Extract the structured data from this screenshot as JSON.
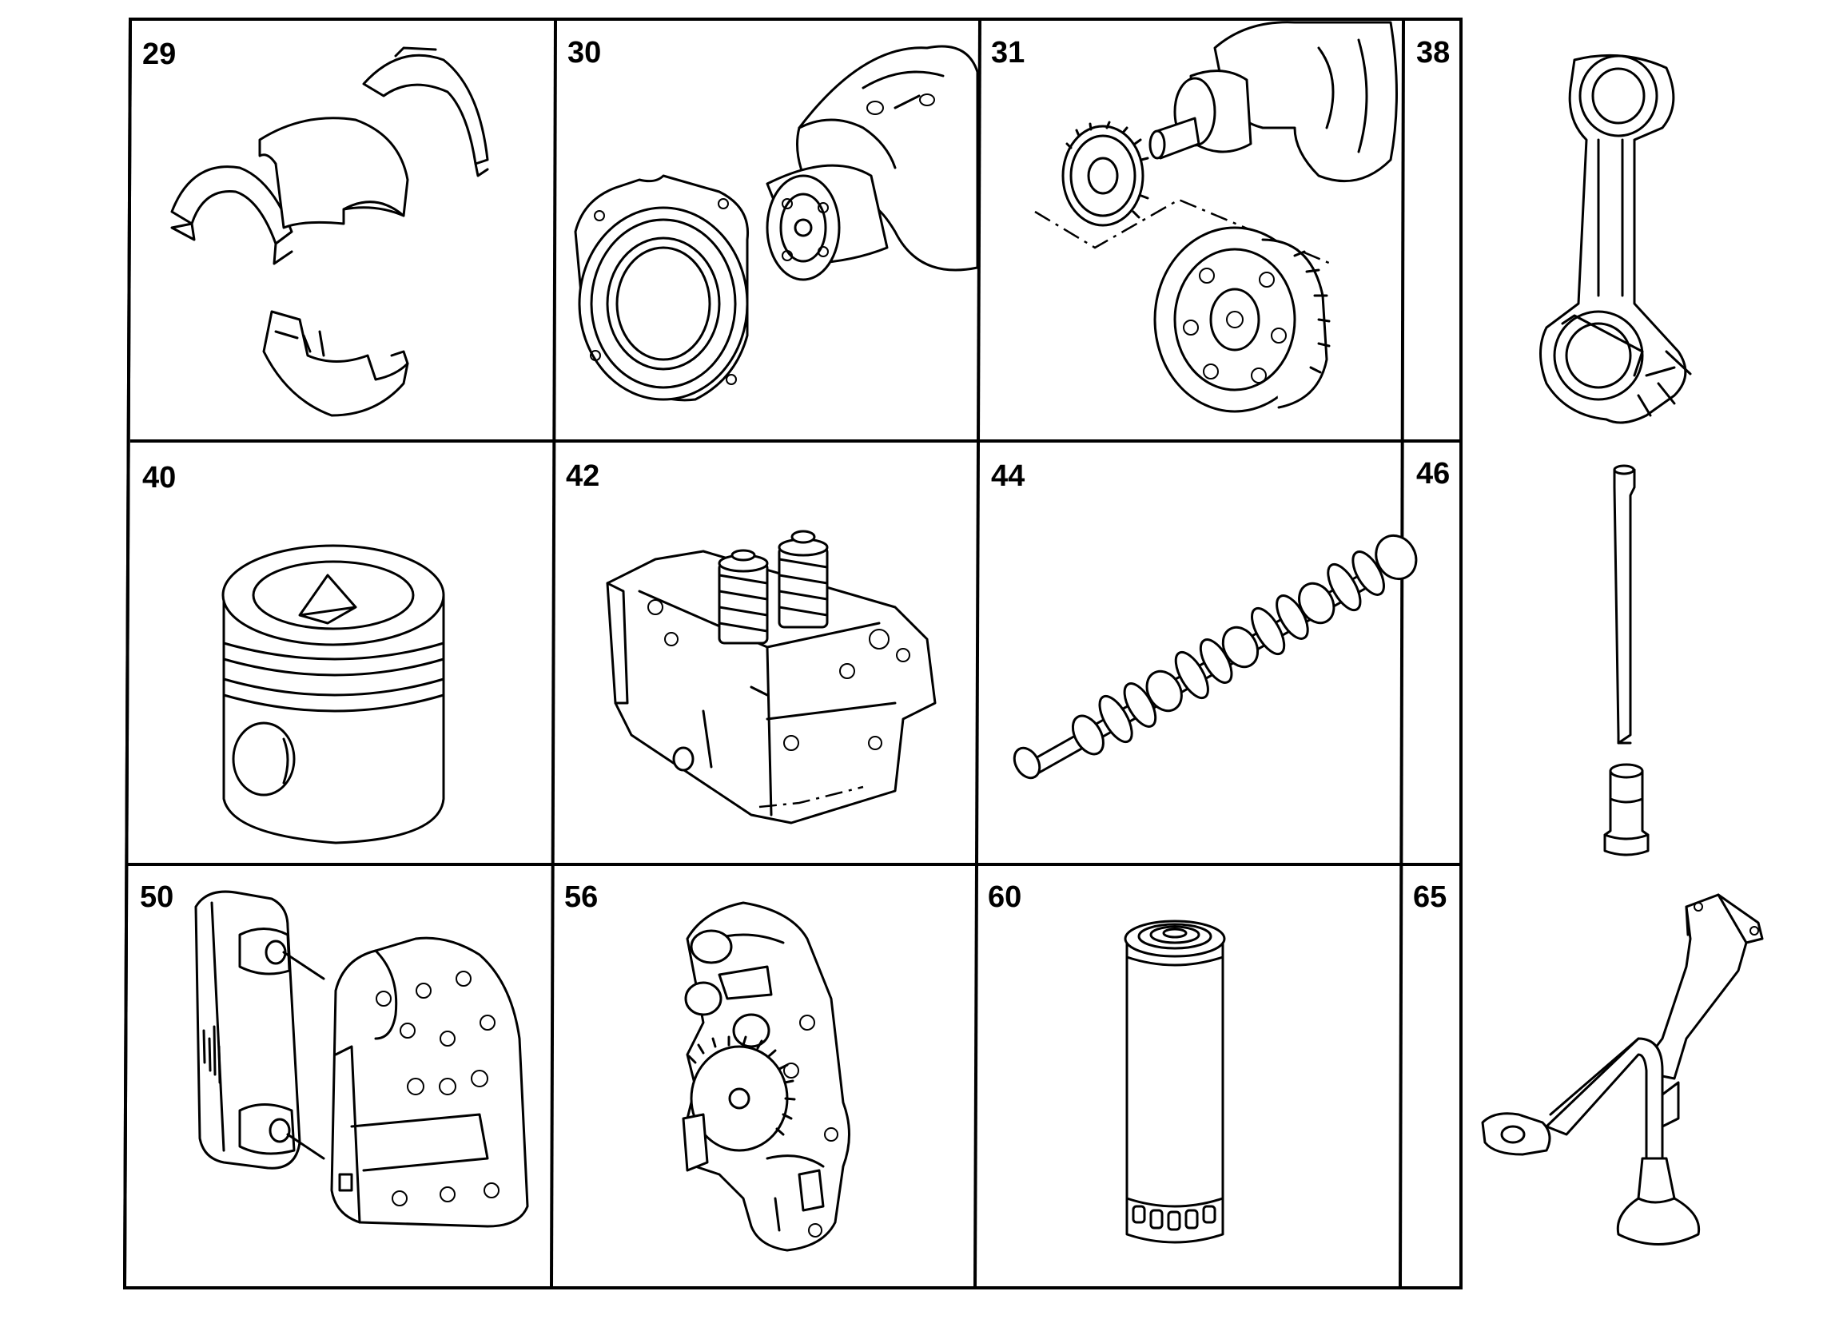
{
  "colors": {
    "line": "#000000",
    "background": "#ffffff"
  },
  "cells": [
    {
      "id": "29",
      "label": "29",
      "part": "main-bearing-shells-icon"
    },
    {
      "id": "30",
      "label": "30",
      "part": "crankshaft-seal-housing-icon"
    },
    {
      "id": "31",
      "label": "31",
      "part": "crankshaft-gears-icon"
    },
    {
      "id": "38",
      "label": "38",
      "part": "connecting-rod-icon"
    },
    {
      "id": "40",
      "label": "40",
      "part": "piston-icon"
    },
    {
      "id": "42",
      "label": "42",
      "part": "cylinder-head-icon"
    },
    {
      "id": "44",
      "label": "44",
      "part": "camshaft-icon"
    },
    {
      "id": "46",
      "label": "46",
      "part": "push-rod-and-tappet-icon"
    },
    {
      "id": "50",
      "label": "50",
      "part": "oil-cooler-icon"
    },
    {
      "id": "56",
      "label": "56",
      "part": "oil-pump-icon"
    },
    {
      "id": "60",
      "label": "60",
      "part": "oil-filter-icon"
    },
    {
      "id": "65",
      "label": "65",
      "part": "oil-suction-pipe-icon"
    }
  ]
}
